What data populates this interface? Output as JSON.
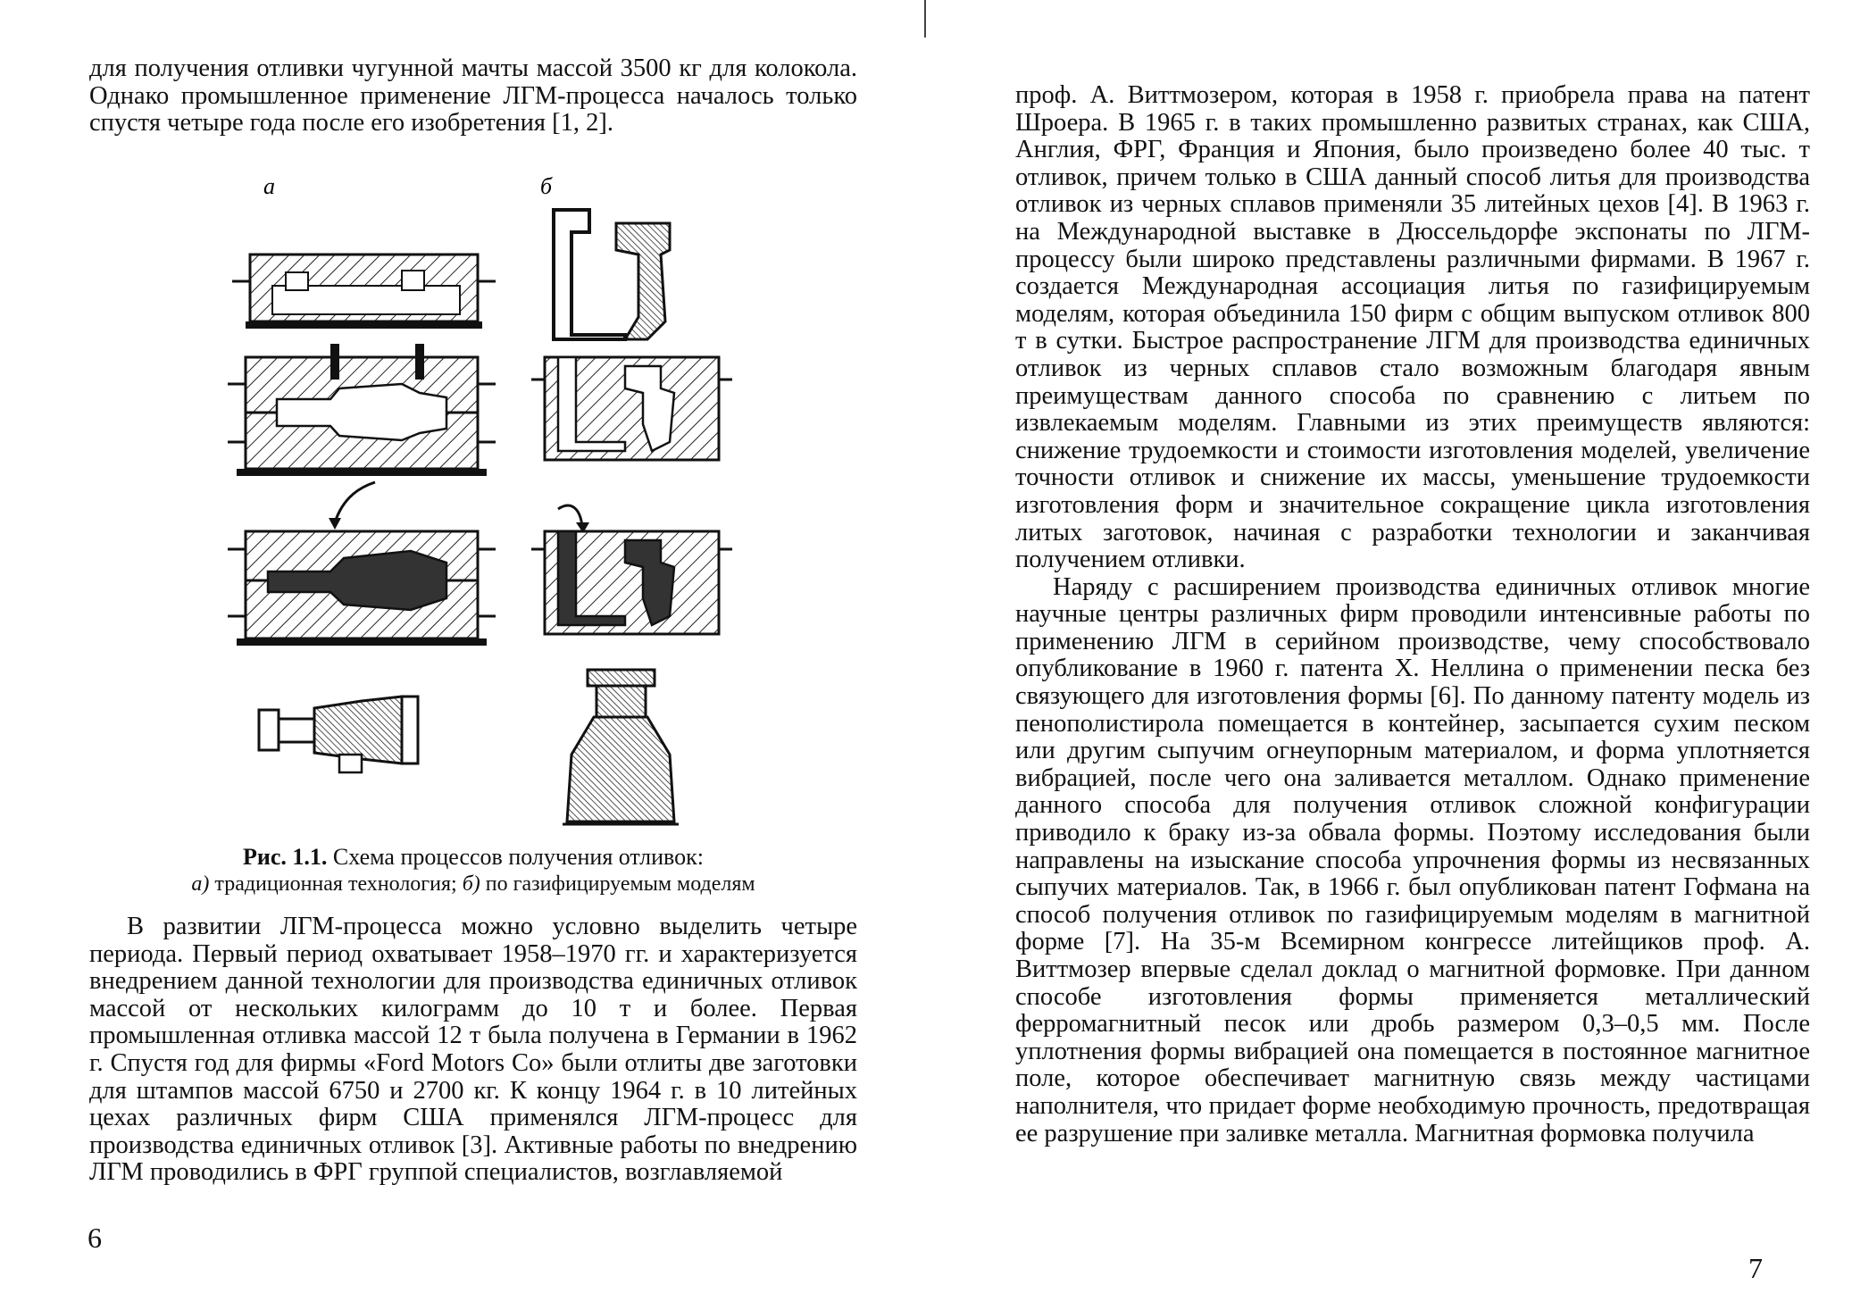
{
  "left_page": {
    "top_paragraph": "для получения отливки чугунной мачты массой 3500 кг для колокола. Однако промышленное применение ЛГМ-процесса началось только спустя четыре года после его изобретения [1, 2].",
    "figure": {
      "label_a": "а",
      "label_b": "б",
      "caption_prefix": "Рис. 1.1.",
      "caption_title": "Схема процессов получения отливок:",
      "caption_a_marker": "а)",
      "caption_a_text": "традиционная технология;",
      "caption_b_marker": "б)",
      "caption_b_text": "по газифицируемым моделям"
    },
    "bottom_paragraph": "В развитии ЛГМ-процесса можно условно выделить четыре периода. Первый период охватывает 1958–1970 гг. и характеризуется внедрением данной технологии для производства единичных отливок массой от нескольких килограмм до 10 т и более. Первая промышленная отливка массой 12 т была получена в Германии в 1962 г. Спустя год для фирмы «Ford Motors Co» были отлиты две заготовки для штампов массой 6750 и 2700 кг. К концу 1964 г. в 10 литейных цехах различных фирм США применялся ЛГМ-процесс для производства единичных отливок [3]. Активные работы по внедрению ЛГМ проводились в ФРГ группой специалистов, возглавляемой",
    "page_number": "6"
  },
  "right_page": {
    "paragraph_1": "проф. А. Виттмозером, которая в 1958 г. приобрела права на патент Шроера. В 1965 г. в таких промышленно развитых странах, как США, Англия, ФРГ, Франция и Япония, было произведено более 40 тыс. т отливок, причем только в США данный способ литья для производства отливок из черных сплавов применяли 35 литейных цехов [4]. В 1963 г. на Международной выставке в Дюссельдорфе экспонаты по ЛГМ-процессу были широко представлены различными фирмами. В 1967 г. создается Международная ассоциация литья по газифицируемым моделям, которая объединила 150 фирм с общим выпуском отливок 800 т в сутки. Быстрое распространение ЛГМ для производства единичных отливок из черных сплавов стало возможным благодаря явным преимуществам данного способа по сравнению с литьем по извлекаемым моделям. Главными из этих преимуществ являются: снижение трудоемкости и стоимости изготовления моделей, увеличение точности отливок и снижение их массы, уменьшение трудоемкости изготовления форм и значительное сокращение цикла изготовления литых заготовок, начиная с разработки технологии и заканчивая получением отливки.",
    "paragraph_2": "Наряду с расширением производства единичных отливок многие научные центры различных фирм проводили интенсивные работы по применению ЛГМ в серийном производстве, чему способствовало опубликование в 1960 г. патента Х. Неллина о применении песка без связующего для изготовления формы [6]. По данному патенту модель из пенополистирола помещается в контейнер, засыпается сухим песком или другим сыпучим огнеупорным материалом, и форма уплотняется вибрацией, после чего она заливается металлом. Однако применение данного способа для получения отливок сложной конфигурации приводило к браку из-за обвала формы. Поэтому исследования были направлены на изыскание способа упрочнения формы из несвязанных сыпучих материалов. Так, в 1966 г. был опубликован патент Гофмана на способ получения отливок по газифицируемым моделям в магнитной форме [7]. На 35-м Всемирном конгрессе литейщиков проф. А. Виттмозер впервые сделал доклад о магнитной формовке. При данном способе изготовления формы применяется металлический ферромагнитный песок или дробь размером 0,3–0,5 мм. После уплотнения формы вибрацией она помещается в постоянное магнитное поле, которое обеспечивает магнитную связь между частицами наполнителя, что придает форме необходимую прочность, предотвращая ее разрушение при заливке металла. Магнитная формовка получила",
    "page_number": "7"
  }
}
